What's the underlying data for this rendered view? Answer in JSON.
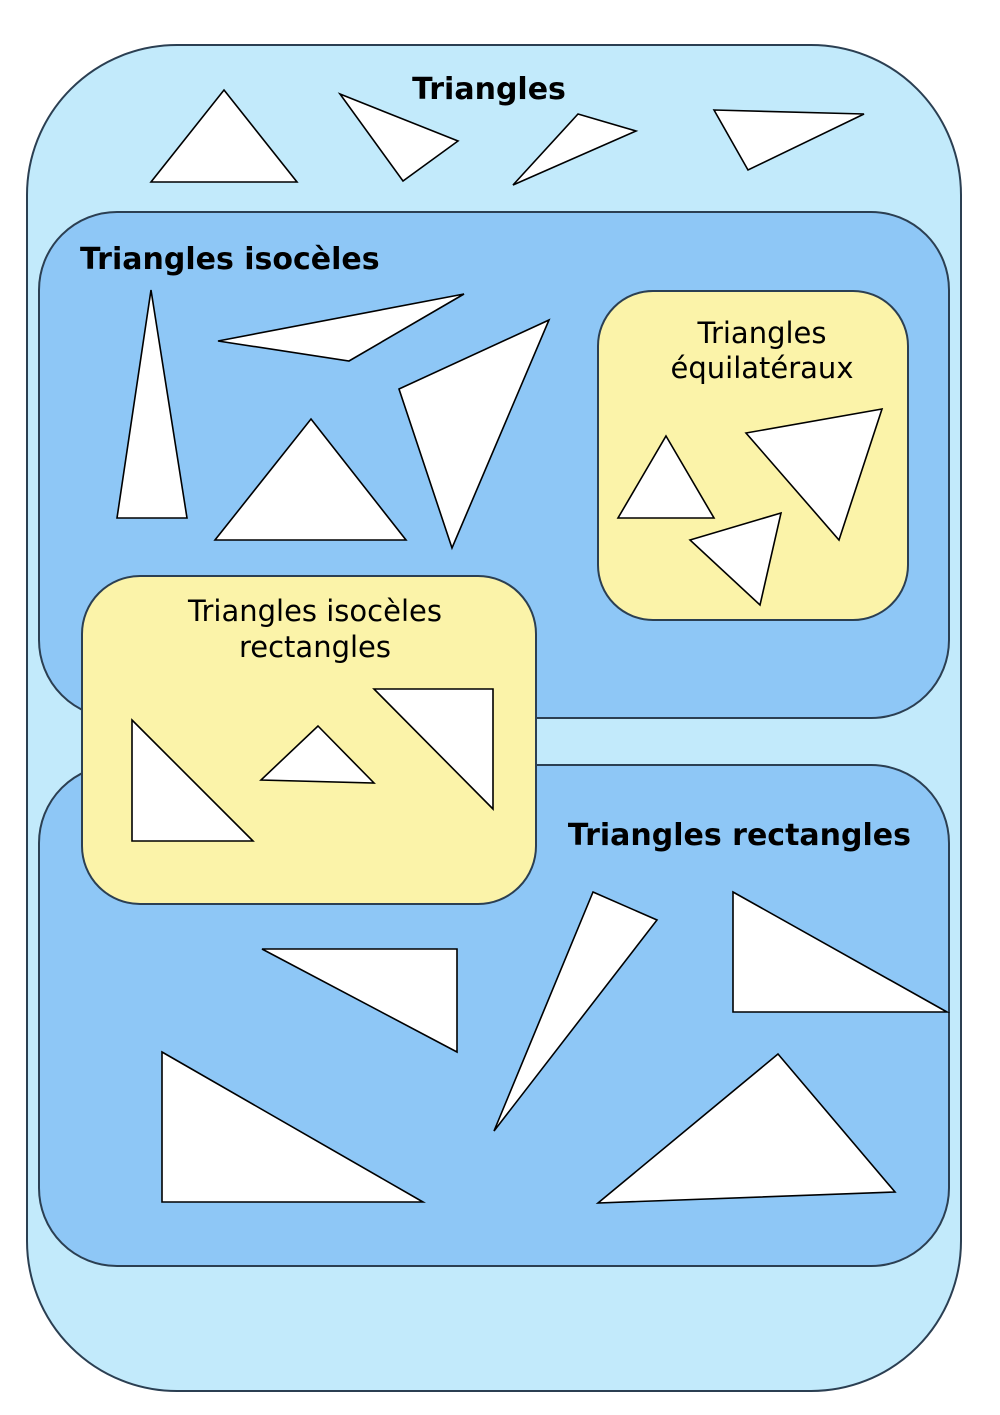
{
  "colors": {
    "all_triangles": "#c2eafb",
    "isosceles": "#8ec7f6",
    "right": "#8ec7f6",
    "equilateral": "#fbf3a9",
    "isosceles_right": "#fbf3a9",
    "triangle_fill": "#ffffff",
    "outline": "#000000"
  },
  "sets": {
    "all": {
      "label": "Triangles"
    },
    "isosceles": {
      "label": "Triangles isocèles"
    },
    "equilateral": {
      "label_line1": "Triangles",
      "label_line2": "équilatéraux"
    },
    "isosceles_right": {
      "label_line1": "Triangles isocèles",
      "label_line2": "rectangles"
    },
    "right": {
      "label": "Triangles rectangles"
    }
  }
}
